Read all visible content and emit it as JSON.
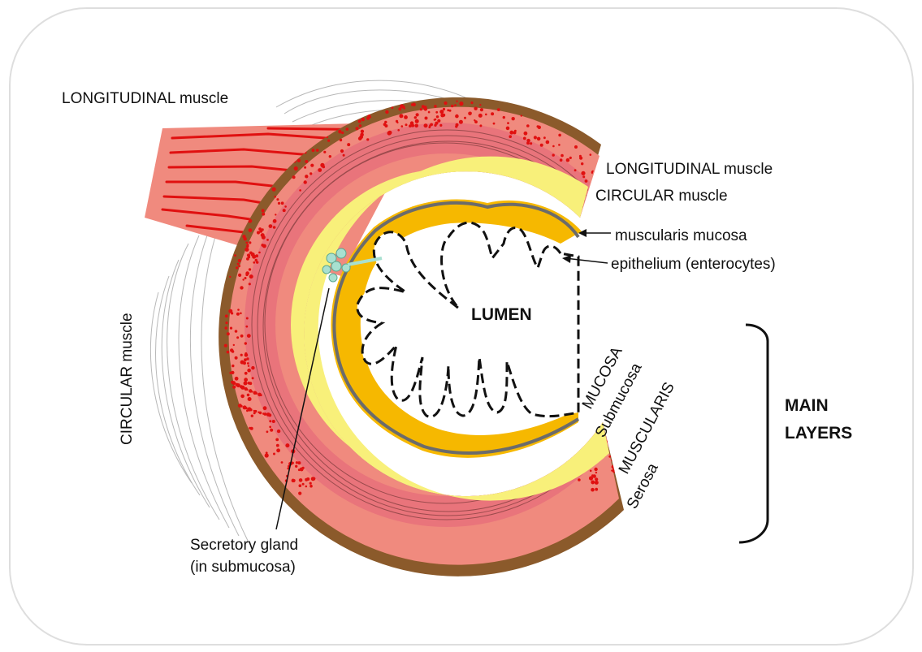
{
  "labels": {
    "top_longitudinal": "LONGITUDINAL muscle",
    "side_circular": "CIRCULAR muscle",
    "longitudinal": "LONGITUDINAL muscle",
    "circular": "CIRCULAR muscle",
    "muscularis_mucosa": "muscularis mucosa",
    "epithelium": "epithelium (enterocytes)",
    "lumen": "LUMEN",
    "gland_line1": "Secretory gland",
    "gland_line2": "(in submucosa)"
  },
  "layers": {
    "items": [
      "MUCOSA",
      "Submucosa",
      "MUSCULARIS",
      "Serosa"
    ],
    "group_title_line1": "MAIN",
    "group_title_line2": "LAYERS"
  },
  "colors": {
    "serosa": "#8b5a2b",
    "muscle": "#f08a7e",
    "muscle_fiber": "#e01010",
    "submucosa": "#f8f07a",
    "mucosa": "#f6b800",
    "gland": "#a8e0d0"
  }
}
